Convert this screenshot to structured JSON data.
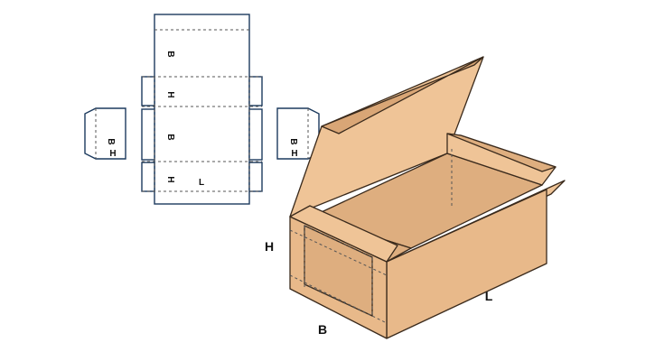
{
  "flat_layout": {
    "labels": {
      "b_top": "B",
      "h_upper": "H",
      "b_center": "B",
      "h_lower": "H",
      "l": "L",
      "left_flap_b": "B",
      "left_flap_h": "H",
      "right_flap_b": "B",
      "right_flap_h": "H"
    }
  },
  "box_3d": {
    "labels": {
      "h": "H",
      "b": "B",
      "l": "L"
    }
  },
  "colors": {
    "kraft": "#e8b98a",
    "outline": "#1c3a5e"
  }
}
